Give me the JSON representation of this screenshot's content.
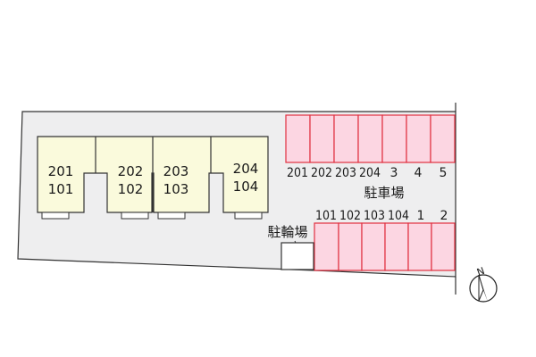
{
  "units": [
    {
      "upper": "201",
      "lower": "101"
    },
    {
      "upper": "202",
      "lower": "102"
    },
    {
      "upper": "203",
      "lower": "103"
    },
    {
      "upper": "204",
      "lower": "104"
    }
  ],
  "parking": {
    "label": "駐車場",
    "top_row": [
      "201",
      "202",
      "203",
      "204",
      "3",
      "4",
      "5"
    ],
    "bottom_row": [
      "101",
      "102",
      "103",
      "104",
      "1",
      "2"
    ]
  },
  "bicycle_parking": {
    "label": "駐輪場"
  },
  "compass": {
    "label": "N"
  },
  "colors": {
    "lot_fill": "#eeeeef",
    "building_fill": "#fafadc",
    "parking_fill": "#fcd6e2",
    "parking_stroke": "#e03040"
  }
}
